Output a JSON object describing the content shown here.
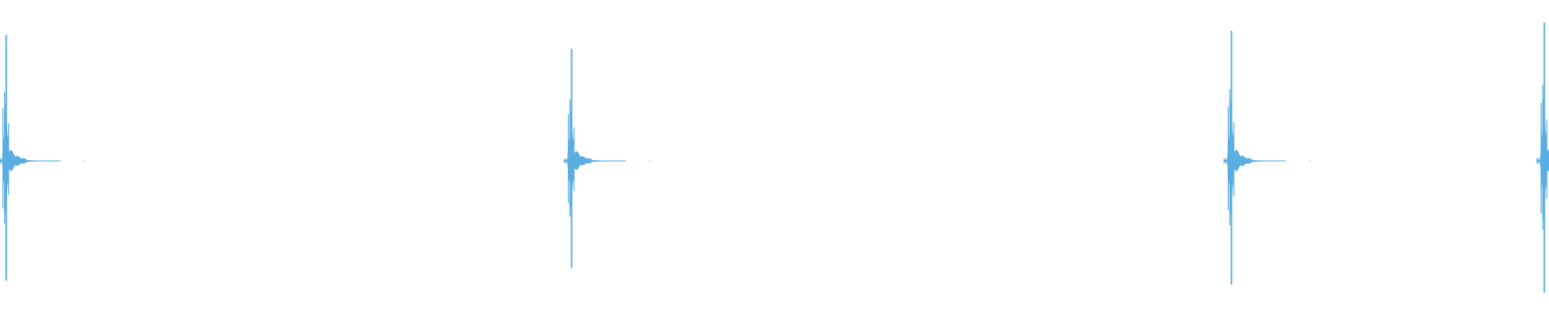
{
  "waveform": {
    "color": "#5aaee2",
    "background": "#ffffff",
    "clicks": [
      {
        "time": 0.004,
        "amplitude": 0.91
      },
      {
        "time": 0.369,
        "amplitude": 0.81
      },
      {
        "time": 0.795,
        "amplitude": 0.94
      },
      {
        "time": 0.997,
        "amplitude": 1.0
      }
    ]
  }
}
